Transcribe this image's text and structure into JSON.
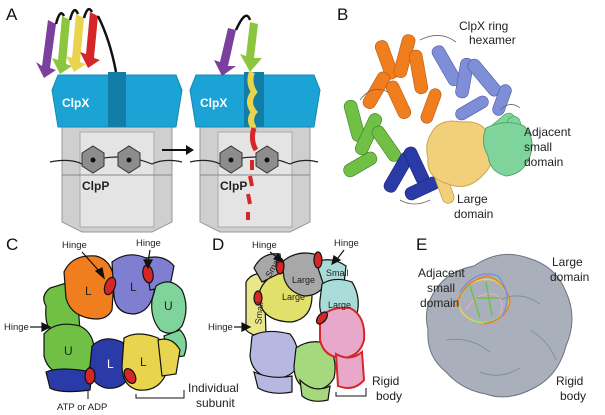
{
  "panels": {
    "a": {
      "label": "A",
      "clpx": "ClpX",
      "clpp": "ClpP"
    },
    "b": {
      "label": "B",
      "ring_line1": "ClpX ring",
      "ring_line2": "hexamer",
      "adj_line1": "Adjacent",
      "adj_line2": "small",
      "adj_line3": "domain",
      "large_line1": "Large",
      "large_line2": "domain"
    },
    "c": {
      "label": "C",
      "hinge": "Hinge",
      "L": "L",
      "U": "U",
      "nucleotide": "ATP or ADP",
      "subunit_line1": "Individual",
      "subunit_line2": "subunit"
    },
    "d": {
      "label": "D",
      "hinge": "Hinge",
      "large": "Large",
      "small": "Small",
      "rigid_line1": "Rigid",
      "rigid_line2": "body"
    },
    "e": {
      "label": "E",
      "adj_line1": "Adjacent",
      "adj_line2": "small",
      "adj_line3": "domain",
      "large_line1": "Large",
      "large_line2": "domain",
      "rigid_line1": "Rigid",
      "rigid_line2": "body"
    }
  },
  "colors": {
    "clpx_blue": "#1aa3d4",
    "clpp_gray": "#c8c8c8",
    "purple": "#7b3f9e",
    "green": "#8cc63f",
    "yellow": "#e8d44d",
    "red": "#d62728",
    "orange": "#f07d1e",
    "periwinkle": "#8e8fd8",
    "mint": "#7fd49b",
    "navy": "#2a3ba8",
    "sand": "#f2cf7a",
    "teal": "#a9dcd8",
    "lavender": "#b7b8e2",
    "pink": "#e7a8c9",
    "gray": "#a8a8a8"
  }
}
